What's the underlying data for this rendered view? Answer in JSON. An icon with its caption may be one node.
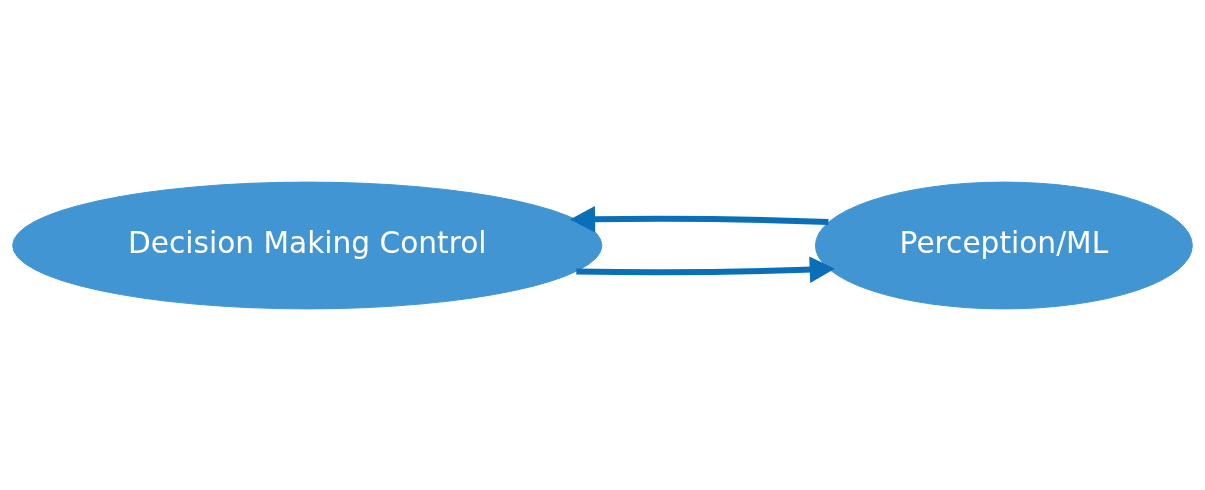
{
  "diagram": {
    "nodes": [
      {
        "text": [
          "Decision Making Control"
        ]
      },
      {
        "text": [
          "Perception/ML"
        ]
      }
    ],
    "edges": [
      {
        "from": 1,
        "to": 0,
        "arrow": "to"
      },
      {
        "from": 0,
        "to": 1,
        "arrow": "to"
      }
    ]
  }
}
